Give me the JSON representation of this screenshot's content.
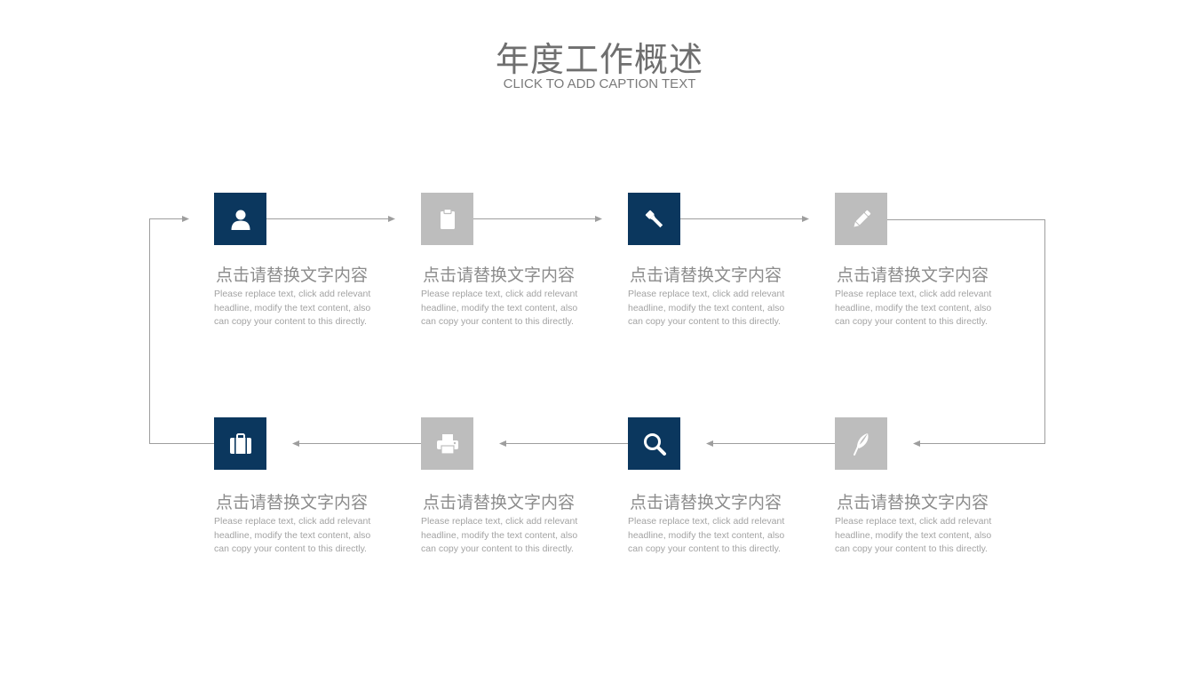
{
  "title": "年度工作概述",
  "subtitle": "CLICK TO ADD CAPTION TEXT",
  "colors": {
    "navy": "#0b375e",
    "gray": "#bdbdbd",
    "connector": "#9e9e9e"
  },
  "steps": [
    {
      "icon": "user-icon",
      "heading": "点击请替换文字内容",
      "description": "Please replace text, click add relevant headline, modify the text content, also can copy your content to this directly."
    },
    {
      "icon": "clipboard-icon",
      "heading": "点击请替换文字内容",
      "description": "Please replace text, click add relevant headline, modify the text content, also can copy your content to this directly."
    },
    {
      "icon": "flashlight-icon",
      "heading": "点击请替换文字内容",
      "description": "Please replace text, click add relevant headline, modify the text content, also can copy your content to this directly."
    },
    {
      "icon": "pencil-icon",
      "heading": "点击请替换文字内容",
      "description": "Please replace text, click add relevant headline, modify the text content, also can copy your content to this directly."
    },
    {
      "icon": "briefcase-icon",
      "heading": "点击请替换文字内容",
      "description": "Please replace text, click add relevant headline, modify the text content, also can copy your content to this directly."
    },
    {
      "icon": "printer-icon",
      "heading": "点击请替换文字内容",
      "description": "Please replace text, click add relevant headline, modify the text content, also can copy your content to this directly."
    },
    {
      "icon": "search-icon",
      "heading": "点击请替换文字内容",
      "description": "Please replace text, click add relevant headline, modify the text content, also can copy your content to this directly."
    },
    {
      "icon": "feather-icon",
      "heading": "点击请替换文字内容",
      "description": "Please replace text, click add relevant headline, modify the text content, also can copy your content to this directly."
    }
  ]
}
